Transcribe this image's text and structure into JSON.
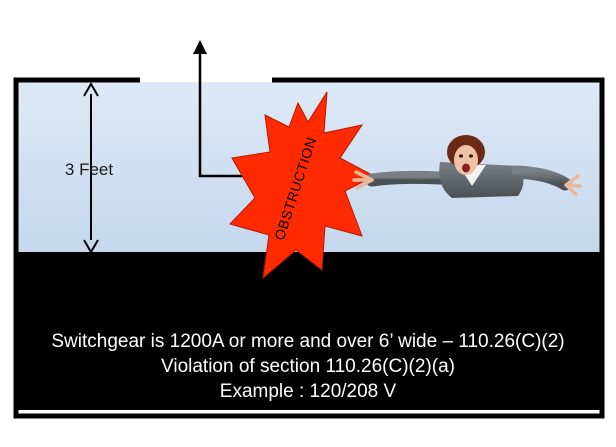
{
  "labels": {
    "height": "3 Feet",
    "obstruction": "OBSTRUCTION"
  },
  "caption": {
    "line1": "Switchgear is 1200A or more and over 6’ wide – 110.26(C)(2)",
    "line2": "Violation of section 110.26(C)(2)(a)",
    "line3": "Example : 120/208 V"
  },
  "colors": {
    "workspace": "#c9dbee",
    "equipment": "#000000",
    "obstruction": "#ff2a00",
    "suit": "#5d6268",
    "text_on_dark": "#ffffff"
  },
  "icons": [
    "up-arrow-icon",
    "double-headed-arrow-icon",
    "starburst-icon",
    "person-figure"
  ]
}
